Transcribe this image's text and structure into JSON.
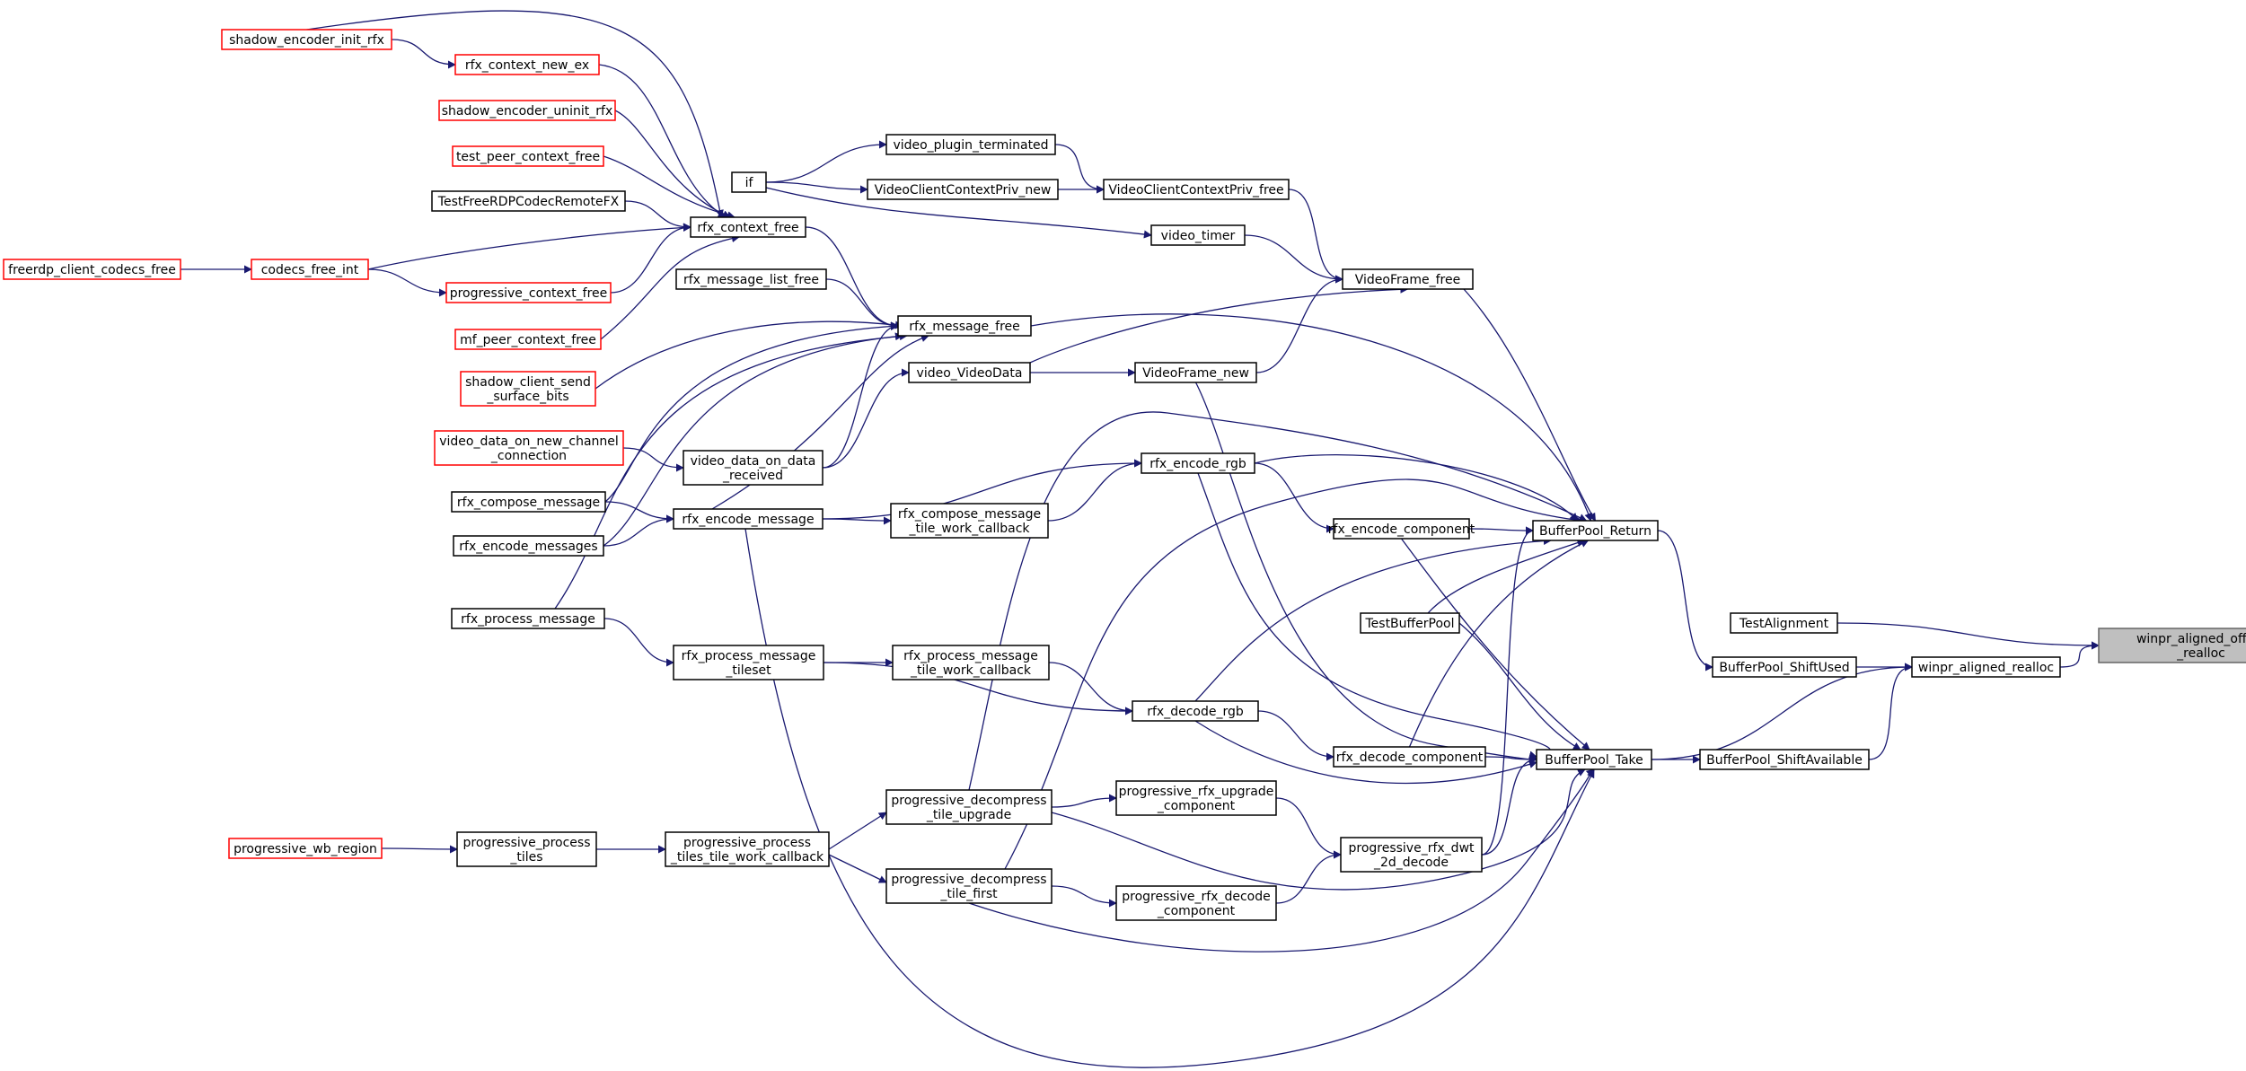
{
  "graph": {
    "root_node": "winpr_aligned_offset_realloc",
    "arrow_color": "#191970",
    "truncated_border_color": "#ff0000",
    "root_fill_color": "#bfbfbf",
    "nodes": [
      {
        "id": "n_root",
        "lines": [
          "winpr_aligned_offset",
          "_realloc"
        ],
        "style": "root"
      },
      {
        "id": "n_wpr",
        "lines": [
          "winpr_aligned_realloc"
        ],
        "style": "normal"
      },
      {
        "id": "n_ta",
        "lines": [
          "TestAlignment"
        ],
        "style": "normal"
      },
      {
        "id": "n_bpsu",
        "lines": [
          "BufferPool_ShiftUsed"
        ],
        "style": "normal"
      },
      {
        "id": "n_bpsa",
        "lines": [
          "BufferPool_ShiftAvailable"
        ],
        "style": "normal"
      },
      {
        "id": "n_bpr",
        "lines": [
          "BufferPool_Return"
        ],
        "style": "normal"
      },
      {
        "id": "n_bpt",
        "lines": [
          "BufferPool_Take"
        ],
        "style": "normal"
      },
      {
        "id": "n_tbp",
        "lines": [
          "TestBufferPool"
        ],
        "style": "normal"
      },
      {
        "id": "n_vff",
        "lines": [
          "VideoFrame_free"
        ],
        "style": "normal"
      },
      {
        "id": "n_vfn",
        "lines": [
          "VideoFrame_new"
        ],
        "style": "normal"
      },
      {
        "id": "n_vccpf",
        "lines": [
          "VideoClientContextPriv_free"
        ],
        "style": "normal"
      },
      {
        "id": "n_vccpn",
        "lines": [
          "VideoClientContextPriv_new"
        ],
        "style": "normal"
      },
      {
        "id": "n_vpt",
        "lines": [
          "video_plugin_terminated"
        ],
        "style": "normal"
      },
      {
        "id": "n_if",
        "lines": [
          "if"
        ],
        "style": "normal"
      },
      {
        "id": "n_vt",
        "lines": [
          "video_timer"
        ],
        "style": "normal"
      },
      {
        "id": "n_vvd",
        "lines": [
          "video_VideoData"
        ],
        "style": "normal"
      },
      {
        "id": "n_vdodr",
        "lines": [
          "video_data_on_data",
          "_received"
        ],
        "style": "normal"
      },
      {
        "id": "n_vdonc",
        "lines": [
          "video_data_on_new_channel",
          "_connection"
        ],
        "style": "truncated"
      },
      {
        "id": "n_rmf",
        "lines": [
          "rfx_message_free"
        ],
        "style": "normal"
      },
      {
        "id": "n_rmlf",
        "lines": [
          "rfx_message_list_free"
        ],
        "style": "normal"
      },
      {
        "id": "n_rcf",
        "lines": [
          "rfx_context_free"
        ],
        "style": "normal"
      },
      {
        "id": "n_seir",
        "lines": [
          "shadow_encoder_init_rfx"
        ],
        "style": "truncated"
      },
      {
        "id": "n_rcne",
        "lines": [
          "rfx_context_new_ex"
        ],
        "style": "truncated"
      },
      {
        "id": "n_seur",
        "lines": [
          "shadow_encoder_uninit_rfx"
        ],
        "style": "truncated"
      },
      {
        "id": "n_tpcf",
        "lines": [
          "test_peer_context_free"
        ],
        "style": "truncated"
      },
      {
        "id": "n_tfrcr",
        "lines": [
          "TestFreeRDPCodecRemoteFX"
        ],
        "style": "normal"
      },
      {
        "id": "n_fccf",
        "lines": [
          "freerdp_client_codecs_free"
        ],
        "style": "truncated"
      },
      {
        "id": "n_cfi",
        "lines": [
          "codecs_free_int"
        ],
        "style": "truncated"
      },
      {
        "id": "n_pcf",
        "lines": [
          "progressive_context_free"
        ],
        "style": "truncated"
      },
      {
        "id": "n_mpcf",
        "lines": [
          "mf_peer_context_free"
        ],
        "style": "truncated"
      },
      {
        "id": "n_scssb",
        "lines": [
          "shadow_client_send",
          "_surface_bits"
        ],
        "style": "truncated"
      },
      {
        "id": "n_rcm",
        "lines": [
          "rfx_compose_message"
        ],
        "style": "normal"
      },
      {
        "id": "n_rems",
        "lines": [
          "rfx_encode_messages"
        ],
        "style": "normal"
      },
      {
        "id": "n_rpm",
        "lines": [
          "rfx_process_message"
        ],
        "style": "normal"
      },
      {
        "id": "n_rem",
        "lines": [
          "rfx_encode_message"
        ],
        "style": "normal"
      },
      {
        "id": "n_rcmtwc",
        "lines": [
          "rfx_compose_message",
          "_tile_work_callback"
        ],
        "style": "normal"
      },
      {
        "id": "n_rer",
        "lines": [
          "rfx_encode_rgb"
        ],
        "style": "normal"
      },
      {
        "id": "n_rec",
        "lines": [
          "rfx_encode_component"
        ],
        "style": "normal"
      },
      {
        "id": "n_rpmt",
        "lines": [
          "rfx_process_message",
          "_tileset"
        ],
        "style": "normal"
      },
      {
        "id": "n_rpmtwc",
        "lines": [
          "rfx_process_message",
          "_tile_work_callback"
        ],
        "style": "normal"
      },
      {
        "id": "n_rdr",
        "lines": [
          "rfx_decode_rgb"
        ],
        "style": "normal"
      },
      {
        "id": "n_rdc",
        "lines": [
          "rfx_decode_component"
        ],
        "style": "normal"
      },
      {
        "id": "n_pwr",
        "lines": [
          "progressive_wb_region"
        ],
        "style": "truncated"
      },
      {
        "id": "n_ppt",
        "lines": [
          "progressive_process",
          "_tiles"
        ],
        "style": "normal"
      },
      {
        "id": "n_pptwc",
        "lines": [
          "progressive_process",
          "_tiles_tile_work_callback"
        ],
        "style": "normal"
      },
      {
        "id": "n_pdtu",
        "lines": [
          "progressive_decompress",
          "_tile_upgrade"
        ],
        "style": "normal"
      },
      {
        "id": "n_pdtf",
        "lines": [
          "progressive_decompress",
          "_tile_first"
        ],
        "style": "normal"
      },
      {
        "id": "n_pruc",
        "lines": [
          "progressive_rfx_upgrade",
          "_component"
        ],
        "style": "normal"
      },
      {
        "id": "n_prdc",
        "lines": [
          "progressive_rfx_decode",
          "_component"
        ],
        "style": "normal"
      },
      {
        "id": "n_prd2d",
        "lines": [
          "progressive_rfx_dwt",
          "_2d_decode"
        ],
        "style": "normal"
      }
    ],
    "edges": [
      [
        "n_wpr",
        "n_root"
      ],
      [
        "n_ta",
        "n_root"
      ],
      [
        "n_bpsu",
        "n_wpr"
      ],
      [
        "n_bpsa",
        "n_wpr"
      ],
      [
        "n_bpt",
        "n_wpr"
      ],
      [
        "n_bpt",
        "n_bpsa"
      ],
      [
        "n_bpr",
        "n_bpsu"
      ],
      [
        "n_tbp",
        "n_bpr"
      ],
      [
        "n_tbp",
        "n_bpt"
      ],
      [
        "n_rec",
        "n_bpr"
      ],
      [
        "n_rec",
        "n_bpt"
      ],
      [
        "n_rdc",
        "n_bpt"
      ],
      [
        "n_rdc",
        "n_bpr"
      ],
      [
        "n_rer",
        "n_bpr"
      ],
      [
        "n_rer",
        "n_bpt"
      ],
      [
        "n_rer",
        "n_rec"
      ],
      [
        "n_rdr",
        "n_bpr"
      ],
      [
        "n_rdr",
        "n_bpt"
      ],
      [
        "n_rdr",
        "n_rdc"
      ],
      [
        "n_rmf",
        "n_bpr"
      ],
      [
        "n_vff",
        "n_bpr"
      ],
      [
        "n_vfn",
        "n_bpt"
      ],
      [
        "n_pdtu",
        "n_bpr"
      ],
      [
        "n_pdtu",
        "n_bpt"
      ],
      [
        "n_pdtu",
        "n_pruc"
      ],
      [
        "n_pdtf",
        "n_bpr"
      ],
      [
        "n_pdtf",
        "n_bpt"
      ],
      [
        "n_pdtf",
        "n_prdc"
      ],
      [
        "n_pruc",
        "n_prd2d"
      ],
      [
        "n_prdc",
        "n_prd2d"
      ],
      [
        "n_prd2d",
        "n_bpt"
      ],
      [
        "n_prd2d",
        "n_bpr"
      ],
      [
        "n_rem",
        "n_bpt"
      ],
      [
        "n_rem",
        "n_rer"
      ],
      [
        "n_rem",
        "n_rcmtwc"
      ],
      [
        "n_rcmtwc",
        "n_rer"
      ],
      [
        "n_rpmt",
        "n_rpmtwc"
      ],
      [
        "n_rpmt",
        "n_rdr"
      ],
      [
        "n_rpmtwc",
        "n_rdr"
      ],
      [
        "n_rpm",
        "n_rpmt"
      ],
      [
        "n_rpm",
        "n_rmf"
      ],
      [
        "n_rcm",
        "n_rem"
      ],
      [
        "n_rems",
        "n_rem"
      ],
      [
        "n_rcm",
        "n_rmf"
      ],
      [
        "n_rems",
        "n_rmf"
      ],
      [
        "n_rem",
        "n_rmf"
      ],
      [
        "n_vdodr",
        "n_vvd"
      ],
      [
        "n_vdodr",
        "n_rmf"
      ],
      [
        "n_vdonc",
        "n_vdodr"
      ],
      [
        "n_vvd",
        "n_vfn"
      ],
      [
        "n_vvd",
        "n_vff"
      ],
      [
        "n_vfn",
        "n_vff"
      ],
      [
        "n_vt",
        "n_vff"
      ],
      [
        "n_vccpf",
        "n_vff"
      ],
      [
        "n_vpt",
        "n_vccpf"
      ],
      [
        "n_vccpn",
        "n_vccpf"
      ],
      [
        "n_if",
        "n_vpt"
      ],
      [
        "n_if",
        "n_vccpn"
      ],
      [
        "n_if",
        "n_vt"
      ],
      [
        "n_rmlf",
        "n_rmf"
      ],
      [
        "n_rcf",
        "n_rmf"
      ],
      [
        "n_scssb",
        "n_rmf"
      ],
      [
        "n_seir",
        "n_rcne"
      ],
      [
        "n_seir",
        "n_rcf"
      ],
      [
        "n_rcne",
        "n_rcf"
      ],
      [
        "n_seur",
        "n_rcf"
      ],
      [
        "n_tpcf",
        "n_rcf"
      ],
      [
        "n_tfrcr",
        "n_rcf"
      ],
      [
        "n_cfi",
        "n_rcf"
      ],
      [
        "n_pcf",
        "n_rcf"
      ],
      [
        "n_mpcf",
        "n_rcf"
      ],
      [
        "n_fccf",
        "n_cfi"
      ],
      [
        "n_cfi",
        "n_pcf"
      ],
      [
        "n_pwr",
        "n_ppt"
      ],
      [
        "n_ppt",
        "n_pptwc"
      ],
      [
        "n_pptwc",
        "n_pdtu"
      ],
      [
        "n_pptwc",
        "n_pdtf"
      ]
    ]
  }
}
